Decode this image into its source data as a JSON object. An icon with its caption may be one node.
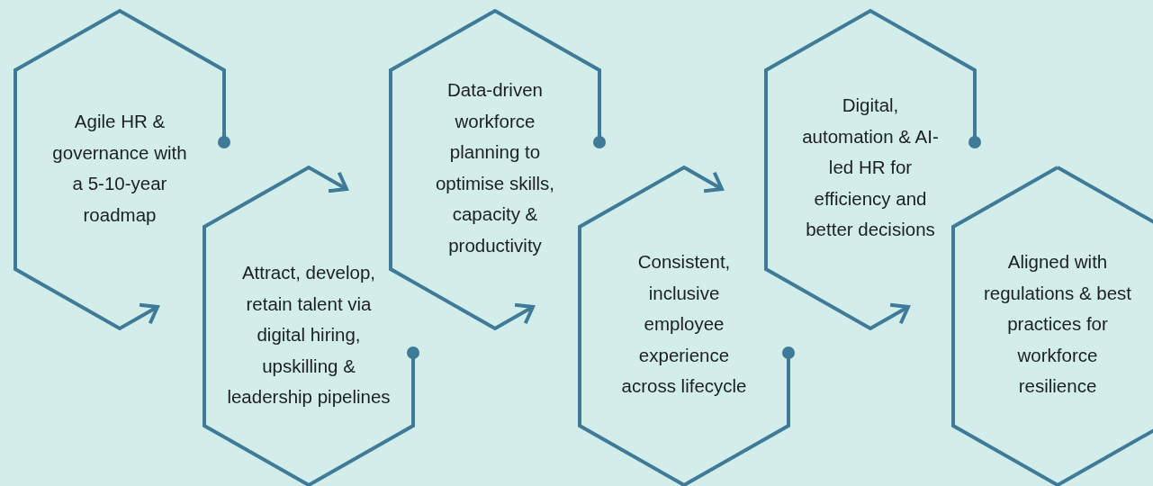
{
  "diagram": {
    "nodes": [
      {
        "text": [
          "Agile HR & governance with a 5-10-year roadmap"
        ]
      },
      {
        "text": [
          "Attract, develop, retain talent via digital hiring, upskilling & leadership pipelines"
        ]
      },
      {
        "text": [
          "Data-driven workforce planning to optimise skills, capacity & productivity"
        ]
      },
      {
        "text": [
          "Consistent, inclusive employee experience across lifecycle"
        ]
      },
      {
        "text": [
          "Digital, automation & AI-led HR for efficiency and better decisions"
        ]
      },
      {
        "text": [
          "Aligned with regulations & best practices for workforce resilience"
        ]
      }
    ]
  }
}
